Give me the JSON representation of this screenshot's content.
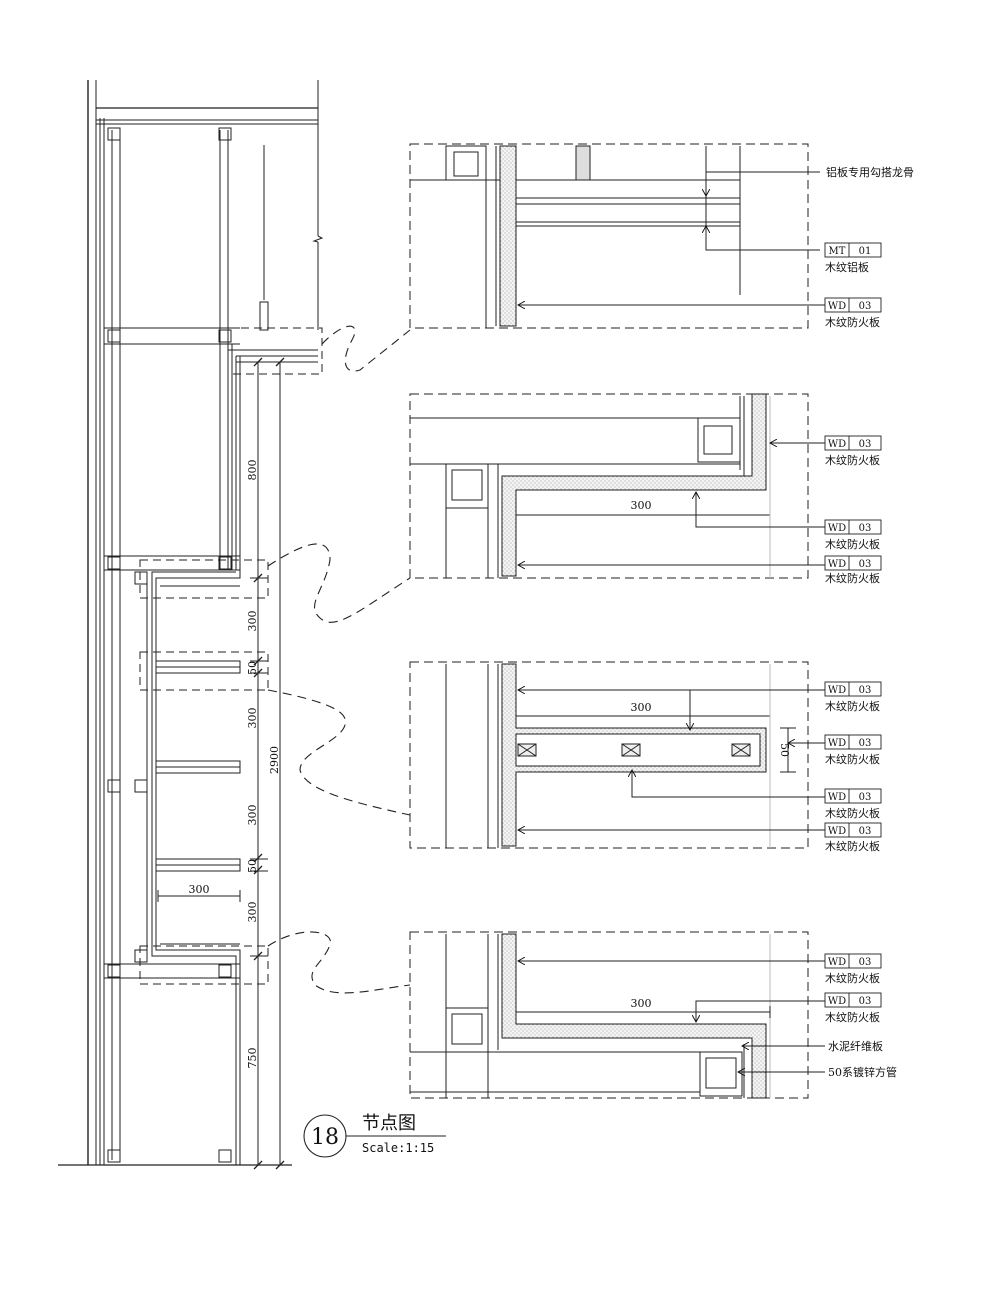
{
  "title": {
    "number": "18",
    "name": "节点图",
    "scale": "Scale:1:15"
  },
  "elevation": {
    "dims": [
      "800",
      "300",
      "50",
      "300",
      "2900",
      "300",
      "50",
      "300",
      "750"
    ],
    "width_dim": "300"
  },
  "detail1": {
    "callouts": [
      {
        "text": "铝板专用勾搭龙骨"
      },
      {
        "code": "MT",
        "no": "01",
        "desc": "木纹铝板"
      },
      {
        "code": "WD",
        "no": "03",
        "desc": "木纹防火板"
      }
    ]
  },
  "detail2": {
    "dim": "300",
    "callouts": [
      {
        "code": "WD",
        "no": "03",
        "desc": "木纹防火板"
      },
      {
        "code": "WD",
        "no": "03",
        "desc": "木纹防火板"
      },
      {
        "code": "WD",
        "no": "03",
        "desc": "木纹防火板"
      }
    ]
  },
  "detail3": {
    "dim": "300",
    "dim_side": "50",
    "callouts": [
      {
        "code": "WD",
        "no": "03",
        "desc": "木纹防火板"
      },
      {
        "code": "WD",
        "no": "03",
        "desc": "木纹防火板"
      },
      {
        "code": "WD",
        "no": "03",
        "desc": "木纹防火板"
      },
      {
        "code": "WD",
        "no": "03",
        "desc": "木纹防火板"
      }
    ]
  },
  "detail4": {
    "dim": "300",
    "callouts": [
      {
        "code": "WD",
        "no": "03",
        "desc": "木纹防火板"
      },
      {
        "code": "WD",
        "no": "03",
        "desc": "木纹防火板"
      },
      {
        "text": "水泥纤维板"
      },
      {
        "text": "50系镀锌方管"
      }
    ]
  }
}
